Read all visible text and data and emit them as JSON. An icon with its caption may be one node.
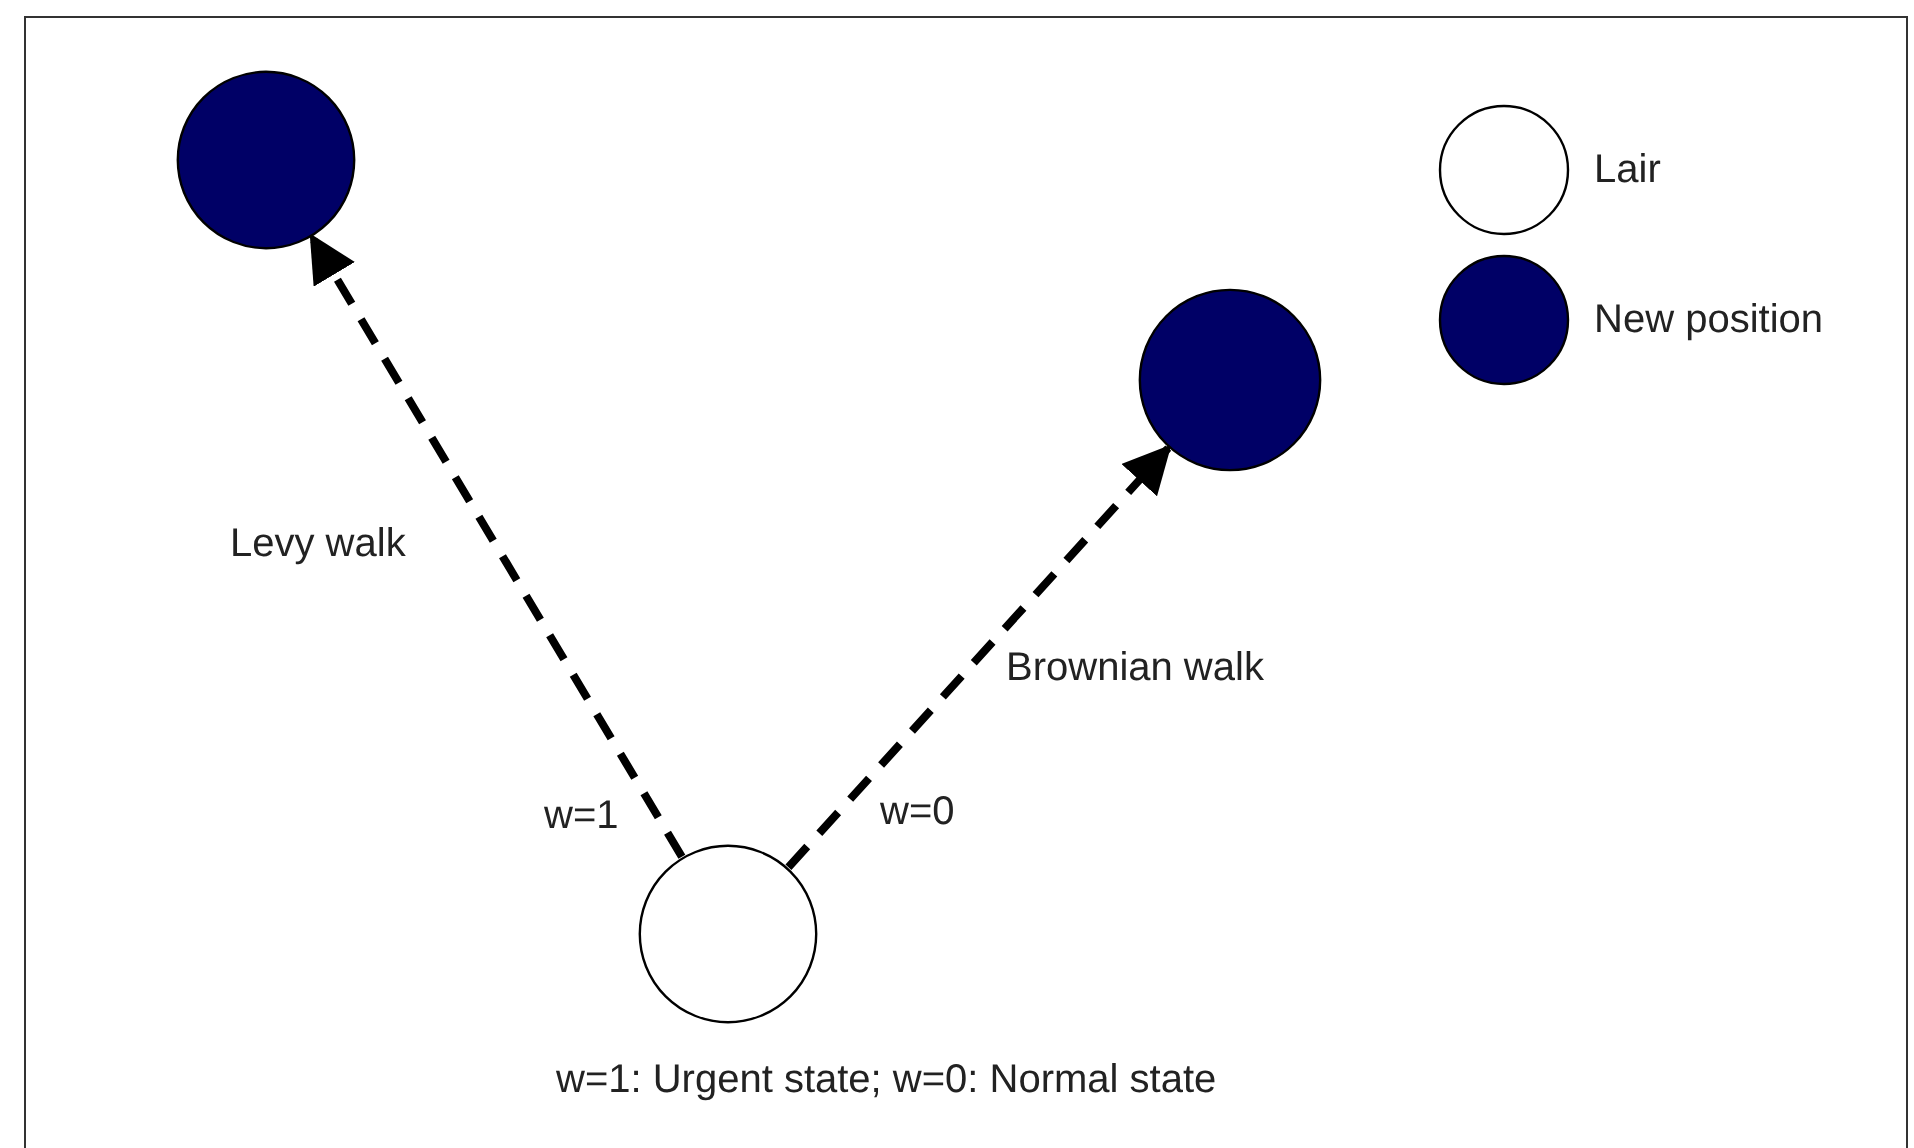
{
  "diagram": {
    "caption": "w=1: Urgent state; w=0: Normal state",
    "nodes": [
      {
        "text": [],
        "shape": "circle"
      },
      {
        "text": [],
        "shape": "circle"
      },
      {
        "text": [],
        "shape": "circle"
      }
    ],
    "edges": [
      {
        "from": 2,
        "to": 0,
        "arrow": "to",
        "label": "Levy walk",
        "style": "dashed"
      },
      {
        "from": 2,
        "to": 1,
        "arrow": "to",
        "label": "Brownian walk",
        "style": "dashed"
      }
    ],
    "labels": [
      "w=1",
      "w=0"
    ],
    "legend": [
      {
        "text": "Lair"
      },
      {
        "text": "New position"
      }
    ]
  }
}
